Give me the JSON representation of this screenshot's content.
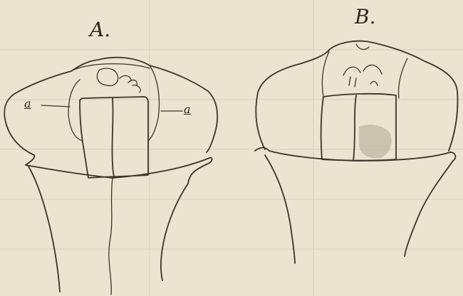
{
  "figures": {
    "a": {
      "label": "A.",
      "part_labels": [
        "a",
        "a"
      ]
    },
    "b": {
      "label": "B."
    }
  },
  "colors": {
    "paper": "#ece3d1",
    "ink": "#3f3328",
    "stain": "#8e846f"
  }
}
